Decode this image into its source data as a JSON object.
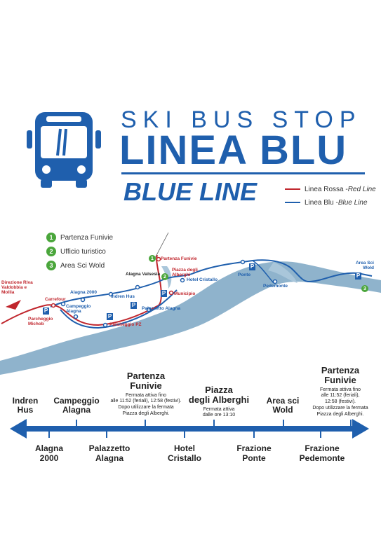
{
  "title": {
    "line1": "SKI BUS STOP",
    "line2": "LINEA BLU",
    "line3": "BLUE LINE"
  },
  "colors": {
    "brand_blue": "#1f5fad",
    "red_line": "#c0262d",
    "river": "#8fb3cc",
    "badge_green": "#4aa63b"
  },
  "icons": [
    "bus-icon",
    "parking-icon",
    "map-marker-icon"
  ],
  "legend": {
    "red": {
      "label": "Linea Rossa - ",
      "italic": "Red Line"
    },
    "blue": {
      "label": "Linea Blu - ",
      "italic": "Blue Line"
    }
  },
  "key": [
    {
      "num": "1",
      "label": "Partenza Funivie"
    },
    {
      "num": "2",
      "label": "Ufficio turistico"
    },
    {
      "num": "3",
      "label": "Area Sci Wold"
    }
  ],
  "map": {
    "partenza_funivie": "Partenza Funivie",
    "piazza_alberghi": "Piazza degli Alberghi",
    "alagna_valsesia": "Alagna Valsesia",
    "hotel_cristallo": "Hotel Cristallo",
    "municipio": "Municipio",
    "palazzetto_alagna": "Palazzetto Alagna",
    "parcheggio_pz": "Parcheggio PZ",
    "indren_hus": "Indren Hus",
    "alagna_2000": "Alagna 2000",
    "campeggio_alagna": "Campeggio Alagna",
    "carrefour": "Carrefour",
    "parcheggio_michob": "Parcheggio Michob",
    "direzione": "Direzione Riva Valdobbia e Mollia",
    "ponte": "Ponte",
    "pedemonte": "Pedemonte",
    "area_sci_wold": "Area Sci Wold",
    "parking_letter": "P",
    "badge_1": "1",
    "badge_2": "2",
    "badge_3": "3"
  },
  "timeline": {
    "top_stops": [
      {
        "name": "Indren\nHus"
      },
      {
        "name": "Campeggio\nAlagna"
      },
      {
        "name": "Partenza\nFunivie",
        "note": "Fermata attiva fino\nalle 11:52 (feriali), 12:58 (festivi).\nDopo utilizzare la fermata\nPiazza degli Alberghi."
      },
      {
        "name": "Piazza\ndegli Alberghi",
        "note": "Fermata attiva\ndalle ore 13:10"
      },
      {
        "name": "Area sci\nWold"
      },
      {
        "name": "Partenza\nFunivie",
        "note": "Fermata attiva fino\nalle 11:52 (feriali),\n12:58 (festivi).\nDopo utilizzare la fermata\nPiazza degli Alberghi."
      }
    ],
    "bottom_stops": [
      {
        "name": "Alagna\n2000"
      },
      {
        "name": "Palazzetto\nAlagna"
      },
      {
        "name": "Hotel\nCristallo"
      },
      {
        "name": "Frazione\nPonte"
      },
      {
        "name": "Frazione\nPedemonte"
      }
    ]
  }
}
